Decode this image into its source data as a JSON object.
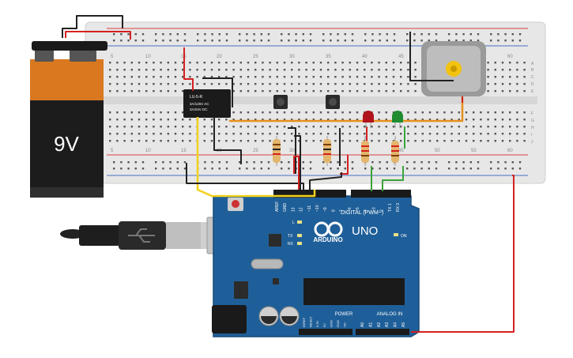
{
  "battery": {
    "label": "9V",
    "body_color": "#d9781f",
    "top_color": "#1a1a1a"
  },
  "relay": {
    "model": "LU-5-R",
    "line1": "3A/125V AC",
    "line2": "3A/24V DC"
  },
  "breadboard": {
    "column_numbers": [
      "5",
      "10",
      "15",
      "20",
      "25",
      "30",
      "35",
      "40",
      "45",
      "50",
      "55",
      "60"
    ],
    "row_letters_top": [
      "A",
      "B",
      "C",
      "D",
      "E"
    ],
    "row_letters_bottom": [
      "F",
      "G",
      "H",
      "I",
      "J"
    ]
  },
  "components": {
    "motor": "dc-motor",
    "leds": [
      {
        "name": "red-led",
        "color": "#b0131a"
      },
      {
        "name": "green-led",
        "color": "#1f8c2f"
      }
    ],
    "pushbuttons": 2,
    "resistors": 4
  },
  "arduino": {
    "brand": "ARDUINO",
    "model": "UNO",
    "digital_header": "DIGITAL (PWM~)",
    "digital_pins": [
      "AREF",
      "GND",
      "13",
      "12",
      "~11",
      "~10",
      "~9",
      "8",
      "7",
      "~6",
      "~5",
      "4",
      "~3",
      "2",
      "TX 1",
      "RX 0"
    ],
    "power_label": "POWER",
    "power_pins": [
      "IOREF",
      "RESET",
      "3.3V",
      "5V",
      "GND",
      "GND",
      "Vin"
    ],
    "analog_label": "ANALOG IN",
    "analog_pins": [
      "A0",
      "A1",
      "A2",
      "A3",
      "A4",
      "A5"
    ],
    "led_labels": [
      "L",
      "TX",
      "RX"
    ],
    "on_label": "ON",
    "board_color": "#1f5f99"
  },
  "wire_colors": {
    "red": "#d42020",
    "black": "#222222",
    "orange": "#e6901c",
    "yellow": "#f2d21b",
    "green": "#3aa33a"
  }
}
